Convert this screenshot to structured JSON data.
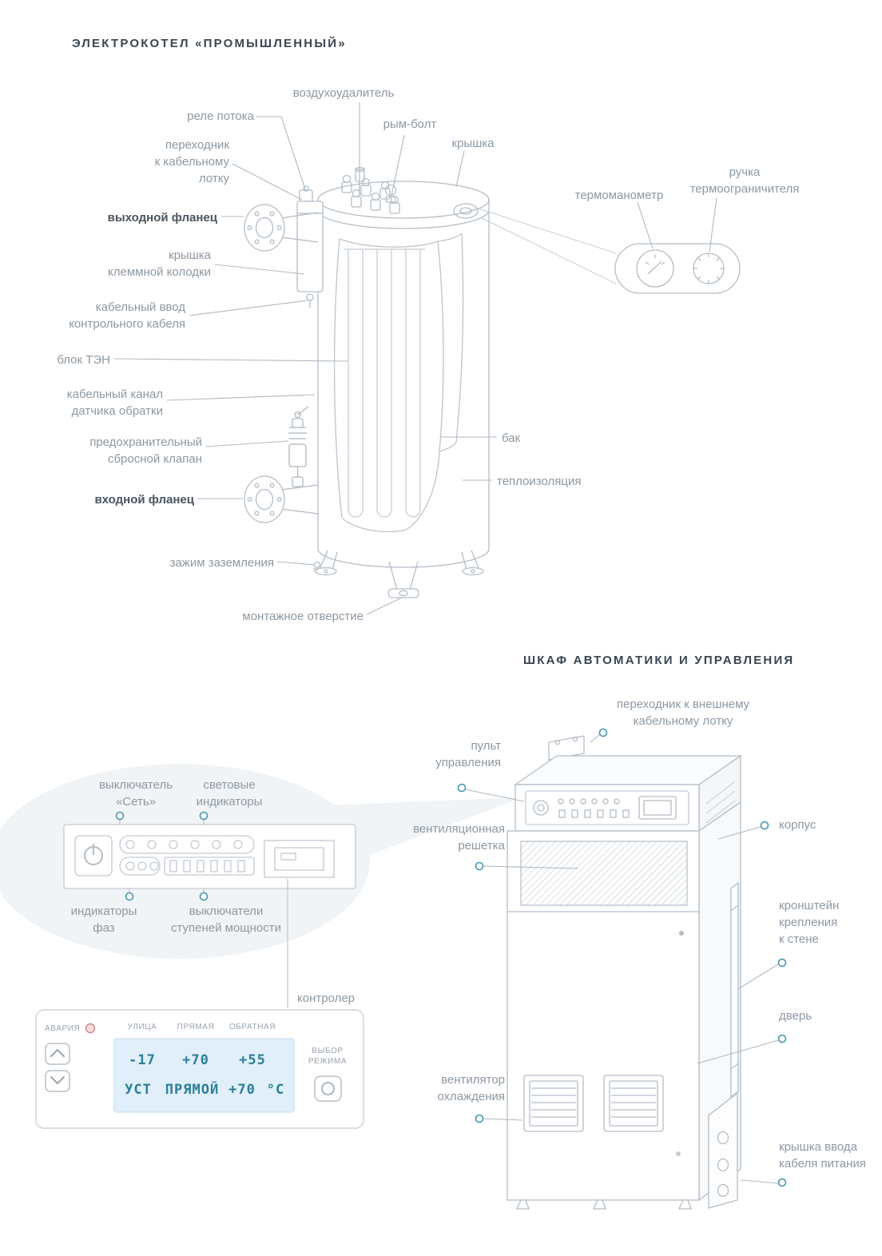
{
  "colors": {
    "label": "#8d98a2",
    "label-strong": "#49545f",
    "title": "#3a4550",
    "accent": "#4695ae",
    "line": "#b0bac2",
    "display-bg": "#e0effa",
    "display-text": "#2c7f96",
    "alarm": "#cf8388"
  },
  "boiler": {
    "title": "ЭЛЕКТРОКОТЕЛ «ПРОМЫШЛЕННЫЙ»",
    "labels": {
      "air_vent": "воздухоудалитель",
      "flow_relay": "реле потока",
      "cable_tray_adapter": "переходник\nк кабельному\nлотку",
      "outlet_flange": "выходной фланец",
      "terminal_box_cover": "крышка\nклеммной колодки",
      "control_cable_entry": "кабельный ввод\nконтрольного кабеля",
      "heating_block": "блок ТЭН",
      "return_sensor_channel": "кабельный канал\nдатчика обратки",
      "safety_valve": "предохранительный\nсбросной клапан",
      "inlet_flange": "входной фланец",
      "ground_clamp": "зажим заземления",
      "mounting_hole": "монтажное отверстие",
      "eye_bolt": "рым-болт",
      "cover": "крышка",
      "thermomanometer": "термоманометр",
      "thermal_limiter_handle": "ручка\nтермоограничителя",
      "tank": "бак",
      "insulation": "теплоизоляция"
    }
  },
  "cabinet": {
    "title": "ШКАФ АВТОМАТИКИ И УПРАВЛЕНИЯ",
    "labels": {
      "external_tray_adapter": "переходник к внешнему\nкабельному лотку",
      "control_panel": "пульт\nуправления",
      "vent_grille": "вентиляционная\nрешетка",
      "body": "корпус",
      "wall_bracket": "кронштейн\nкрепления\nк стене",
      "door": "дверь",
      "cooling_fan": "вентилятор\nохлаждения",
      "power_cable_cover": "крышка ввода\nкабеля питания"
    }
  },
  "panel": {
    "labels": {
      "power_switch": "выключатель\n«Сеть»",
      "light_indicators": "световые\nиндикаторы",
      "phase_indicators": "индикаторы\nфаз",
      "step_switches": "выключатели\nступеней мощности"
    }
  },
  "controller": {
    "label": "контролер",
    "alarm_label": "АВАРИЯ",
    "columns": [
      "УЛИЦА",
      "ПРЯМАЯ",
      "ОБРАТНАЯ"
    ],
    "values": [
      "-17",
      "+70",
      "+55"
    ],
    "set_label": "УСТ",
    "mode_value": "ПРЯМОЙ",
    "set_value": "+70",
    "unit": "°C",
    "mode_button_label": "ВЫБОР\nРЕЖИМА"
  }
}
